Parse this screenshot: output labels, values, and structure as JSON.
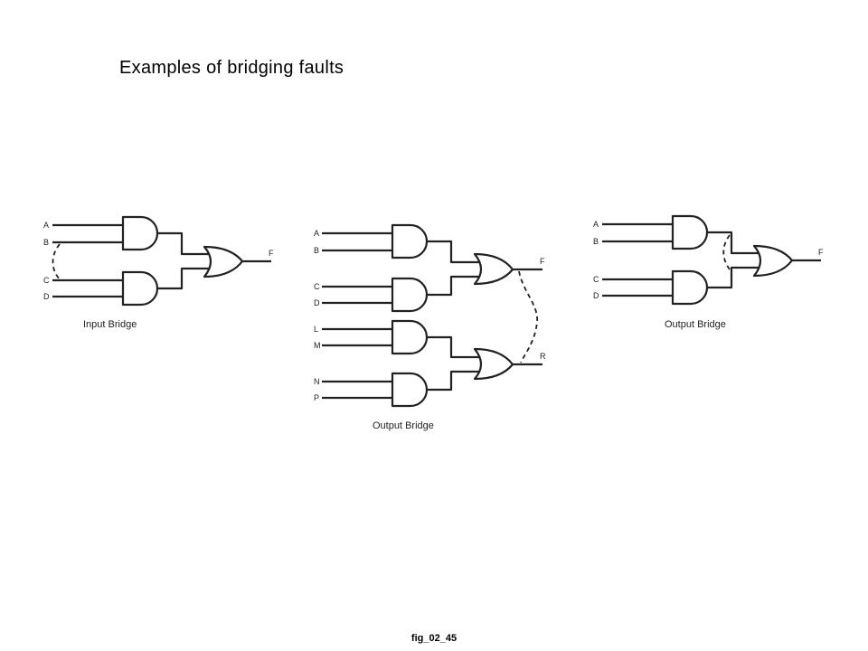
{
  "slide": {
    "title": "Examples of bridging faults",
    "figure_id": "fig_02_45"
  },
  "circuits": [
    {
      "caption": "Input Bridge",
      "inputs": [
        "A",
        "B",
        "C",
        "D"
      ],
      "output": "F"
    },
    {
      "caption": "Output Bridge",
      "inputs": [
        "A",
        "B",
        "C",
        "D",
        "L",
        "M",
        "N",
        "P"
      ],
      "outputs": [
        "F",
        "R"
      ]
    },
    {
      "caption": "Output Bridge",
      "inputs": [
        "A",
        "B",
        "C",
        "D"
      ],
      "output": "F"
    }
  ]
}
